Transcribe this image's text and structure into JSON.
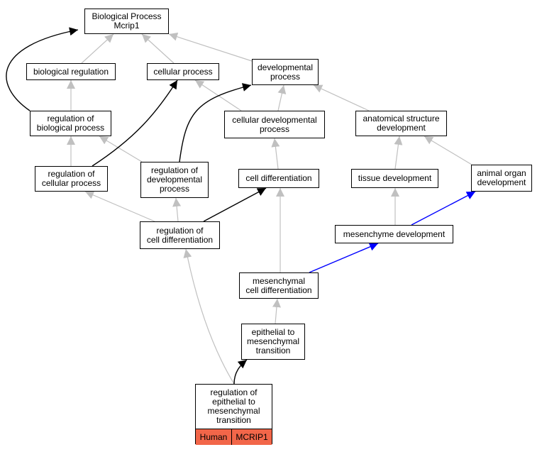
{
  "colors": {
    "is_a": "#c0c0c0",
    "regulates": "#000000",
    "part_of": "#0000ff",
    "tag_background": "#f26649"
  },
  "nodes": {
    "bp_root": "Biological Process\nMcrip1",
    "biological_regulation": "biological regulation",
    "cellular_process": "cellular process",
    "developmental_process": "developmental\nprocess",
    "regulation_of_biological_process": "regulation of\nbiological process",
    "cellular_developmental_process": "cellular developmental\nprocess",
    "anatomical_structure_development": "anatomical structure\ndevelopment",
    "regulation_of_cellular_process": "regulation of\ncellular process",
    "regulation_of_developmental_process": "regulation of\ndevelopmental\nprocess",
    "cell_differentiation": "cell differentiation",
    "tissue_development": "tissue development",
    "animal_organ_development": "animal organ\ndevelopment",
    "regulation_of_cell_differentiation": "regulation of\ncell differentiation",
    "mesenchyme_development": "mesenchyme development",
    "mesenchymal_cell_differentiation": "mesenchymal\ncell differentiation",
    "epithelial_to_mesenchymal_transition": "epithelial to\nmesenchymal\ntransition",
    "regulation_of_emt": "regulation of\nepithelial to\nmesenchymal\ntransition"
  },
  "annotation": {
    "species": "Human",
    "gene": "MCRIP1"
  }
}
